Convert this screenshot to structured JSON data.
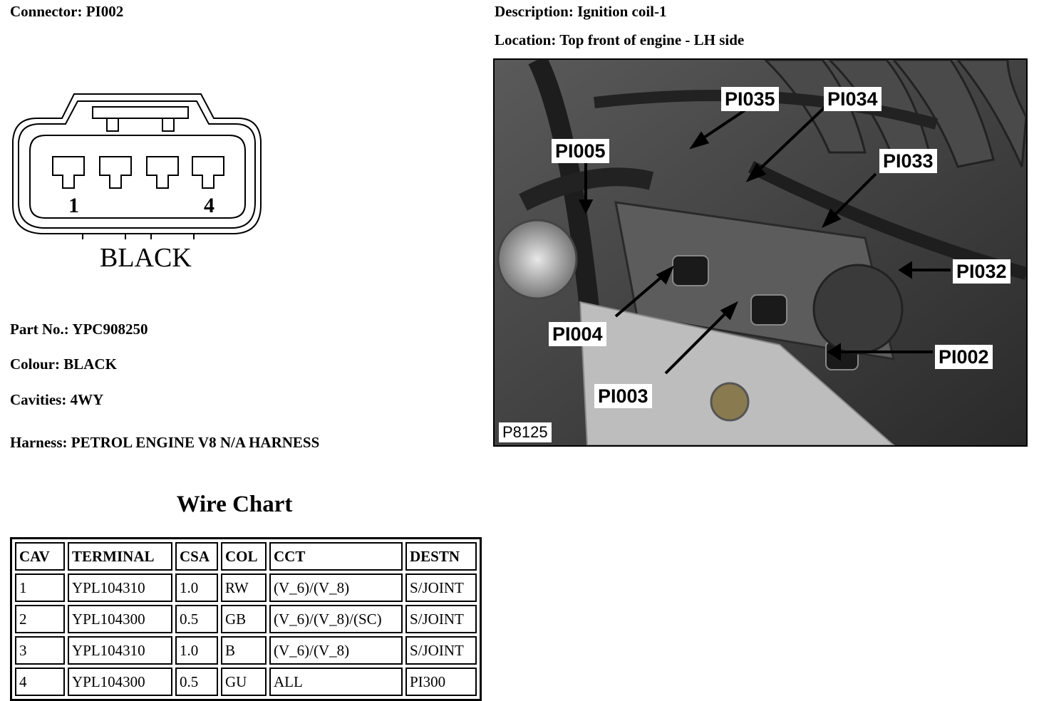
{
  "header": {
    "connector_label": "Connector:",
    "connector_value": "PI002",
    "description_label": "Description:",
    "description_value": "Ignition coil-1",
    "location_label": "Location:",
    "location_value": "Top front of engine - LH side"
  },
  "connector_diagram": {
    "pin_first": "1",
    "pin_last": "4",
    "colour_text": "BLACK"
  },
  "details": {
    "part_label": "Part No.:",
    "part_value": "YPC908250",
    "colour_label": "Colour:",
    "colour_value": "BLACK",
    "cavities_label": "Cavities:",
    "cavities_value": "4WY",
    "harness_label": "Harness:",
    "harness_value": "PETROL ENGINE V8 N/A HARNESS"
  },
  "photo": {
    "id": "P8125",
    "callouts": [
      "PI035",
      "PI034",
      "PI005",
      "PI033",
      "PI032",
      "PI004",
      "PI002",
      "PI003"
    ]
  },
  "wire_chart": {
    "title": "Wire Chart",
    "headers": [
      "CAV",
      "TERMINAL",
      "CSA",
      "COL",
      "CCT",
      "DESTN"
    ],
    "rows": [
      [
        "1",
        "YPL104310",
        "1.0",
        "RW",
        "(V_6)/(V_8)",
        "S/JOINT"
      ],
      [
        "2",
        "YPL104300",
        "0.5",
        "GB",
        "(V_6)/(V_8)/(SC)",
        "S/JOINT"
      ],
      [
        "3",
        "YPL104310",
        "1.0",
        "B",
        "(V_6)/(V_8)",
        "S/JOINT"
      ],
      [
        "4",
        "YPL104300",
        "0.5",
        "GU",
        "ALL",
        "PI300"
      ]
    ]
  }
}
